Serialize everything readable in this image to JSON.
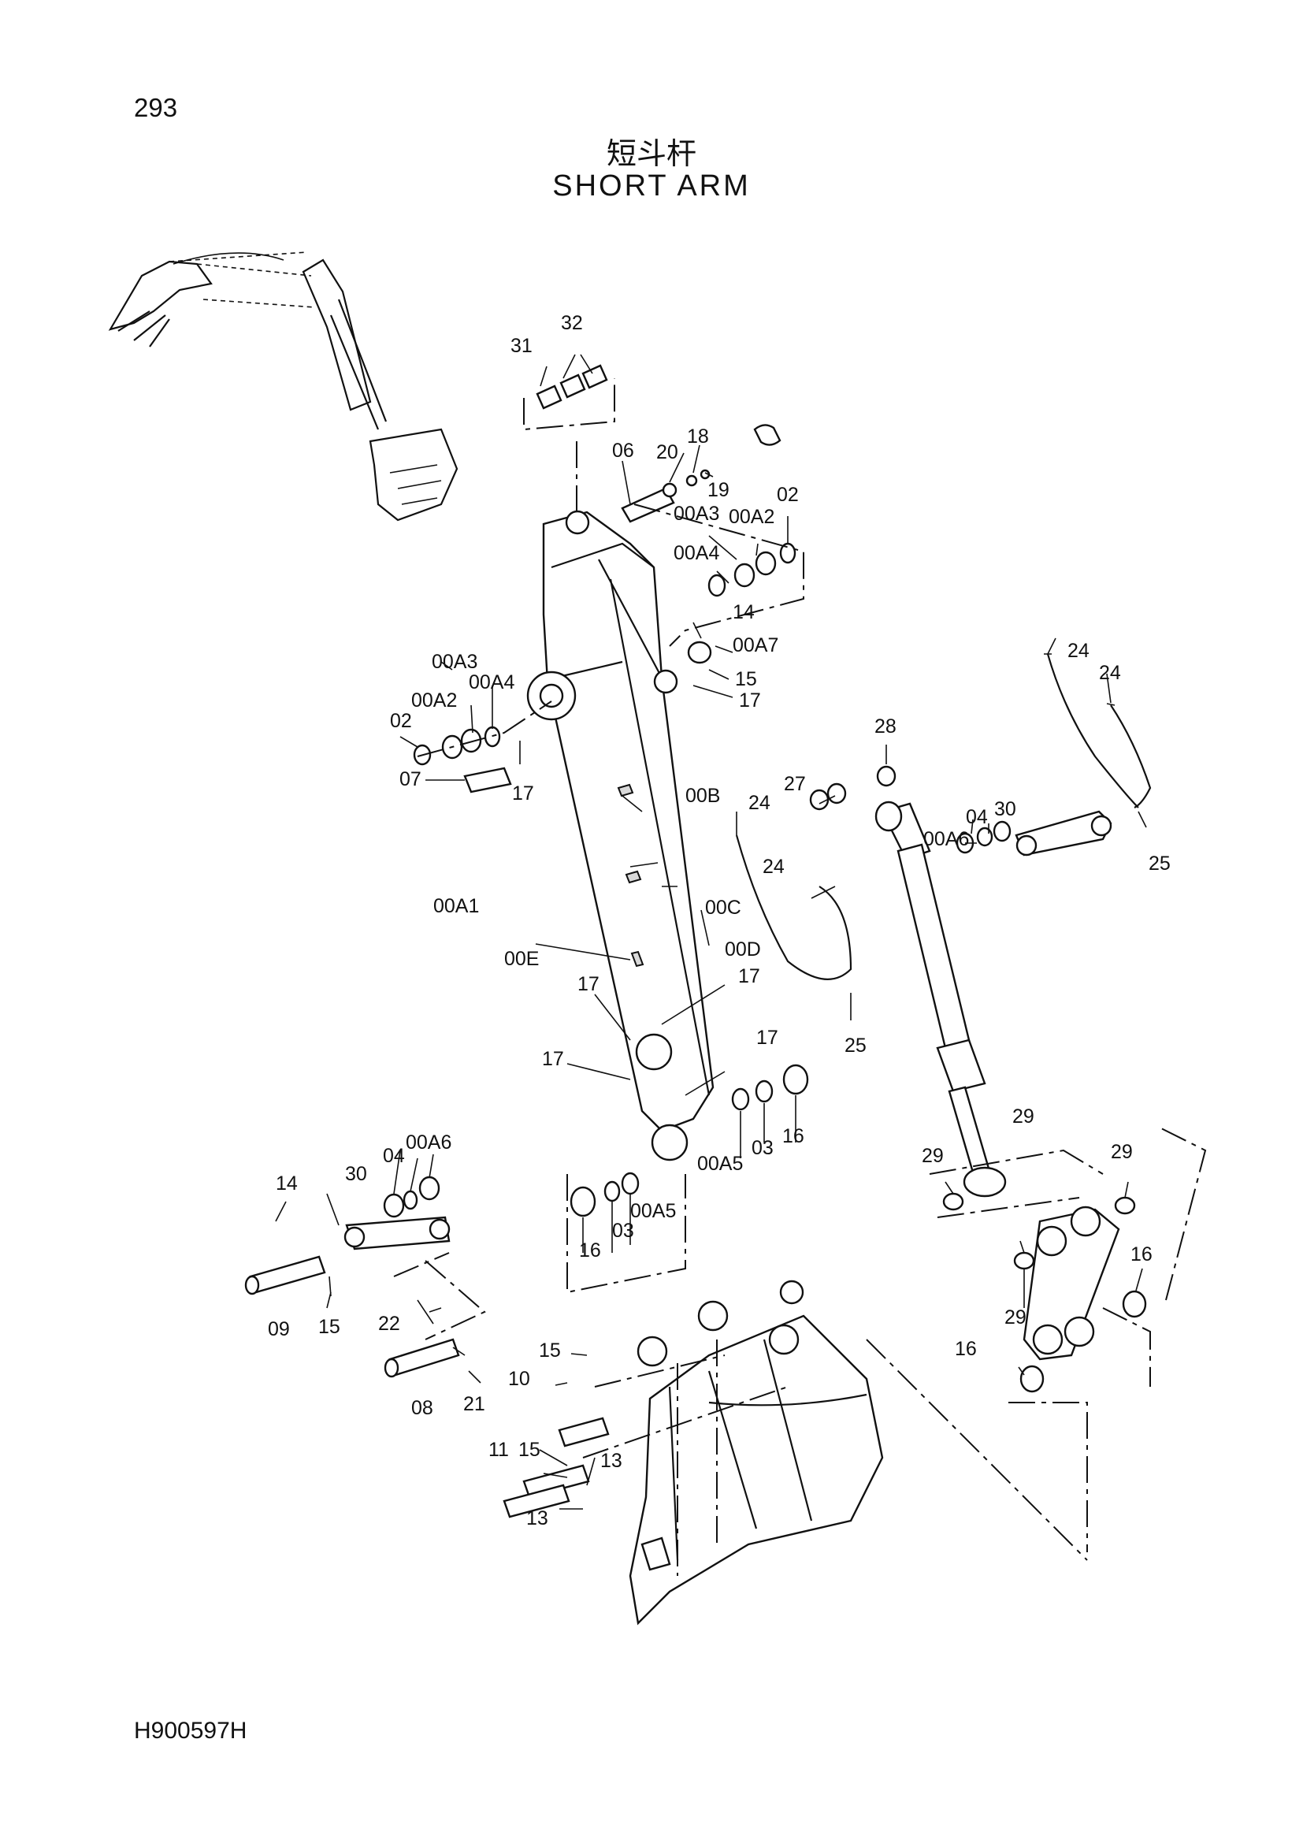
{
  "page_number": "293",
  "title_cn": "短斗杆",
  "title_en": "SHORT ARM",
  "doc_code": "H900597H",
  "callouts": {
    "c31": "31",
    "c32": "32",
    "c06": "06",
    "c20": "20",
    "c18": "18",
    "c19": "19",
    "c00A3_r": "00A3",
    "c00A2_r": "00A2",
    "c02_r": "02",
    "c00A4_r": "00A4",
    "c14_top": "14",
    "c00A7": "00A7",
    "c15_top": "15",
    "c17_top": "17",
    "c00A3_l": "00A3",
    "c00A4_l": "00A4",
    "c00A2_l": "00A2",
    "c02_l": "02",
    "c07": "07",
    "c17_l": "17",
    "c24_a": "24",
    "c24_b": "24",
    "c28": "28",
    "c27": "27",
    "c24_c": "24",
    "c04_r": "04",
    "c30_r": "30",
    "c00A6_r": "00A6",
    "c25_r": "25",
    "c00B": "00B",
    "c24_d": "24",
    "c00A1": "00A1",
    "c00C": "00C",
    "c00D": "00D",
    "c00E": "00E",
    "c17_a": "17",
    "c17_b": "17",
    "c25_m": "25",
    "c17_c": "17",
    "c17_d": "17",
    "c00A5_r": "00A5",
    "c03_r": "03",
    "c16_r": "16",
    "c14_l": "14",
    "c30_l": "30",
    "c04_l": "04",
    "c00A6_l": "00A6",
    "c09": "09",
    "c15_l": "15",
    "c16_m": "16",
    "c03_m": "03",
    "c00A5_m": "00A5",
    "c29_a": "29",
    "c29_b": "29",
    "c29_c": "29",
    "c29_d": "29",
    "c16_br": "16",
    "c16_bl": "16",
    "c22": "22",
    "c08": "08",
    "c21": "21",
    "c15_b": "15",
    "c10": "10",
    "c13_a": "13",
    "c11": "11",
    "c15_c": "15",
    "c13_b": "13"
  }
}
